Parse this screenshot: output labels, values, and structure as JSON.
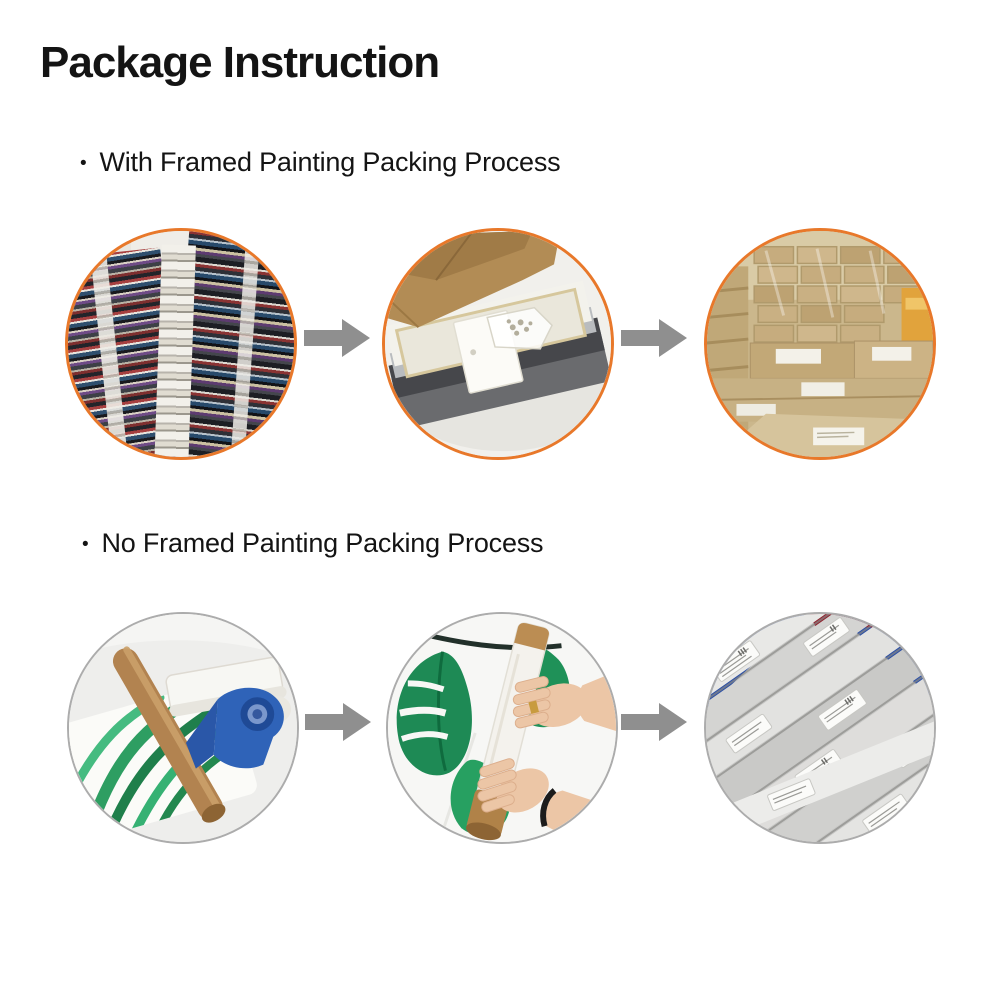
{
  "page": {
    "title": "Package Instruction",
    "background": "#ffffff"
  },
  "colors": {
    "title_text": "#141414",
    "body_text": "#141414",
    "orange_ring": "#E8782A",
    "gray_ring": "#ACACAC",
    "arrow_gray": "#8F8F8F"
  },
  "sections": [
    {
      "id": "with-framed",
      "bullet": "•",
      "label": "With Framed Painting Packing Process",
      "ring_color": "#E8782A",
      "steps": [
        {
          "photo": "stacked-framed-paintings",
          "description": "Stacks of framed paintings stored in the warehouse"
        },
        {
          "photo": "framed-painting-packed-in-carton",
          "description": "Wrapped framed painting with hardware bag sliding into a cardboard carton"
        },
        {
          "photo": "carton-boxes-stacked",
          "description": "Sealed cardboard cartons with shipping labels stacked for dispatch"
        }
      ]
    },
    {
      "id": "no-framed",
      "bullet": "•",
      "label": "No Framed Painting Packing Process",
      "ring_color": "#ACACAC",
      "steps": [
        {
          "photo": "canvas-tube-tape-supplies",
          "description": "Leaf-print canvas, cardboard tube, wrap roll and blue tape dispenser"
        },
        {
          "photo": "hands-rolling-canvas",
          "description": "Hands rolling the canvas around a shipping tube"
        },
        {
          "photo": "wrapped-tubes-stacked",
          "description": "Plastic-wrapped labelled shipping tubes stacked in a blue bin"
        }
      ]
    }
  ]
}
